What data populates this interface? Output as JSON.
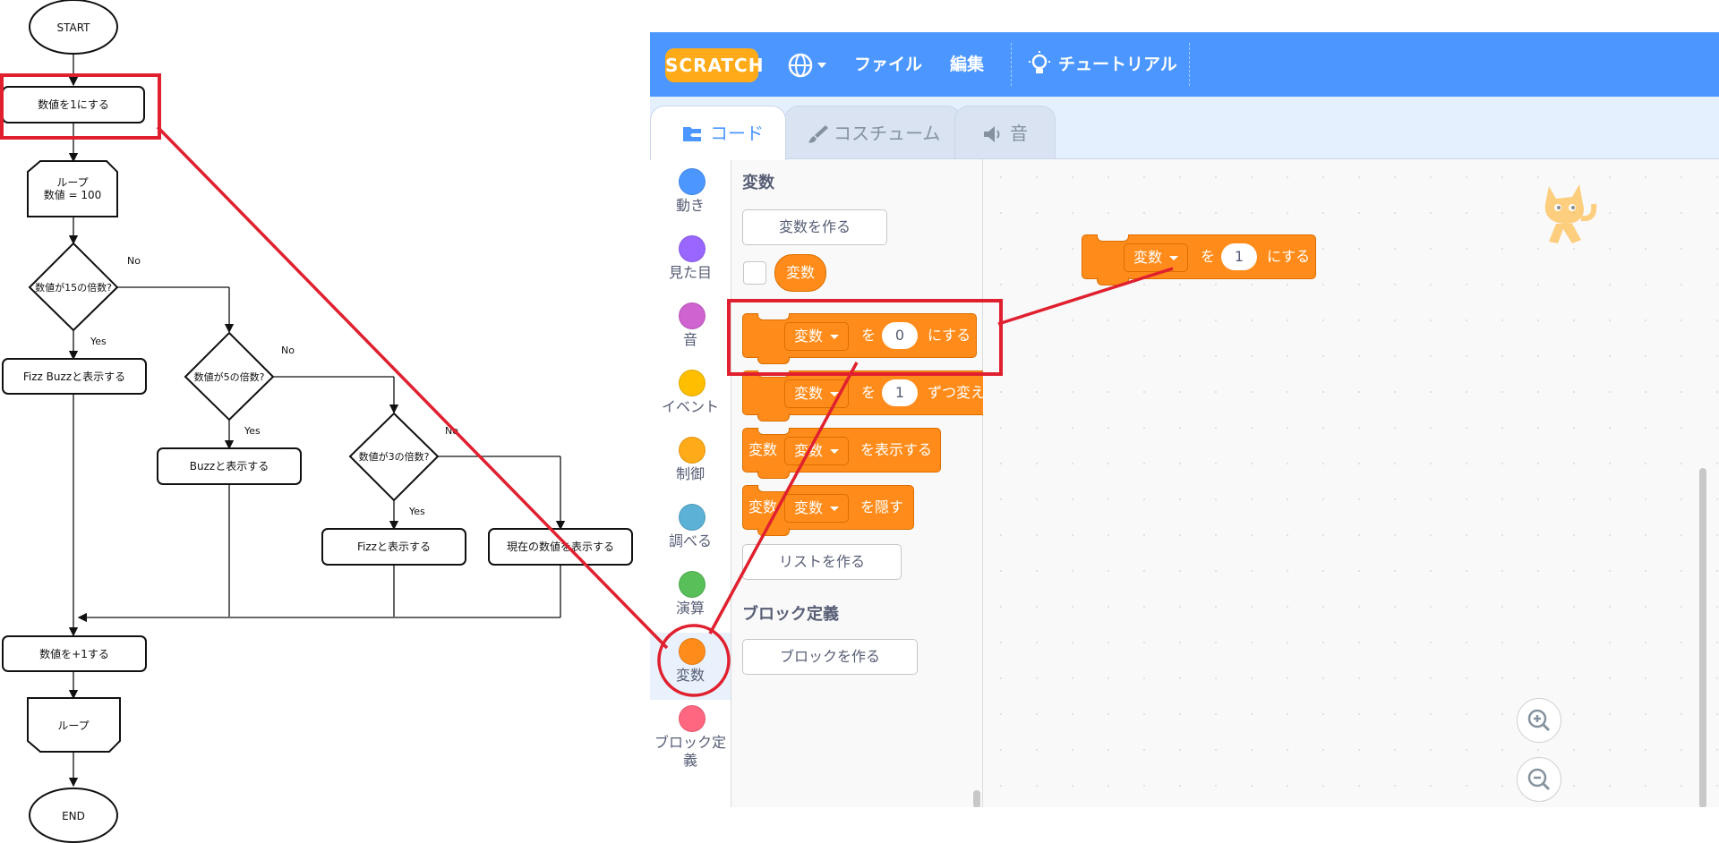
{
  "flowchart": {
    "start": "START",
    "set_one": "数値を1にする",
    "loop_start_line1": "ループ",
    "loop_start_line2": "数値 = 100",
    "dec15": "数値が15の倍数?",
    "dec5": "数値が5の倍数?",
    "dec3": "数値が3の倍数?",
    "fizzbuzz": "Fizz Buzzと表示する",
    "buzz": "Buzzと表示する",
    "fizz": "Fizzと表示する",
    "show_num": "現在の数値を表示する",
    "increment": "数値を+1する",
    "loop_end": "ループ",
    "end": "END",
    "yes": "Yes",
    "no": "No"
  },
  "menubar": {
    "logo": "SCRATCH",
    "file": "ファイル",
    "edit": "編集",
    "tutorial": "チュートリアル",
    "color": "#4c97ff"
  },
  "tabs": {
    "code": "コード",
    "costume": "コスチューム",
    "sound": "音"
  },
  "categories": [
    {
      "label": "動き",
      "color": "#4c97ff"
    },
    {
      "label": "見た目",
      "color": "#9966ff"
    },
    {
      "label": "音",
      "color": "#cf63cf"
    },
    {
      "label": "イベント",
      "color": "#ffbf00"
    },
    {
      "label": "制御",
      "color": "#ffab19"
    },
    {
      "label": "調べる",
      "color": "#5cb1d6"
    },
    {
      "label": "演算",
      "color": "#59c059"
    },
    {
      "label": "変数",
      "color": "#ff8c1a"
    },
    {
      "label": "ブロック定義",
      "color": "#ff6680"
    }
  ],
  "palette": {
    "heading_vars": "変数",
    "make_var": "変数を作る",
    "var_reporter": "変数",
    "set_block": {
      "var": "変数",
      "wo": "を",
      "value": "0",
      "suffix": "にする"
    },
    "change_block": {
      "var": "変数",
      "wo": "を",
      "value": "1",
      "suffix": "ずつ変える"
    },
    "show_block": {
      "prefix": "変数",
      "var": "変数",
      "suffix": "を表示する"
    },
    "hide_block": {
      "prefix": "変数",
      "var": "変数",
      "suffix": "を隠す"
    },
    "make_list": "リストを作る",
    "heading_myblocks": "ブロック定義",
    "make_block": "ブロックを作る"
  },
  "workspace_block": {
    "var": "変数",
    "wo": "を",
    "value": "1",
    "suffix": "にする"
  },
  "accent_red": "#e0202f",
  "block_orange": "#ff8c1a"
}
